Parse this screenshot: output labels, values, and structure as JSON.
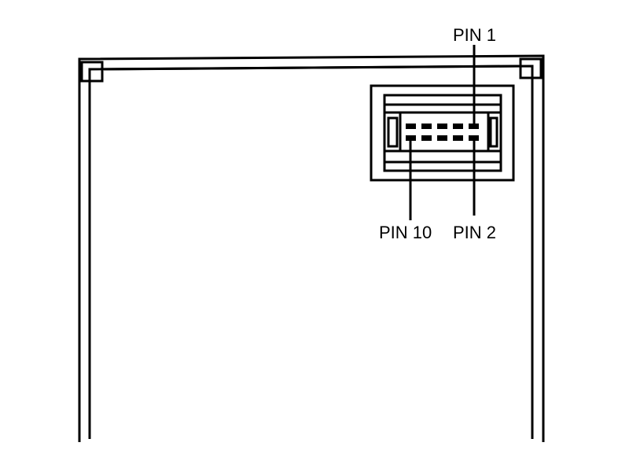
{
  "diagram": {
    "labels": {
      "pin1": "PIN 1",
      "pin2": "PIN 2",
      "pin10": "PIN 10"
    },
    "connector": {
      "pin_rows": 2,
      "pins_per_row": 5,
      "total_pins": 10
    }
  },
  "colors": {
    "stroke": "#000000",
    "background": "#ffffff"
  }
}
